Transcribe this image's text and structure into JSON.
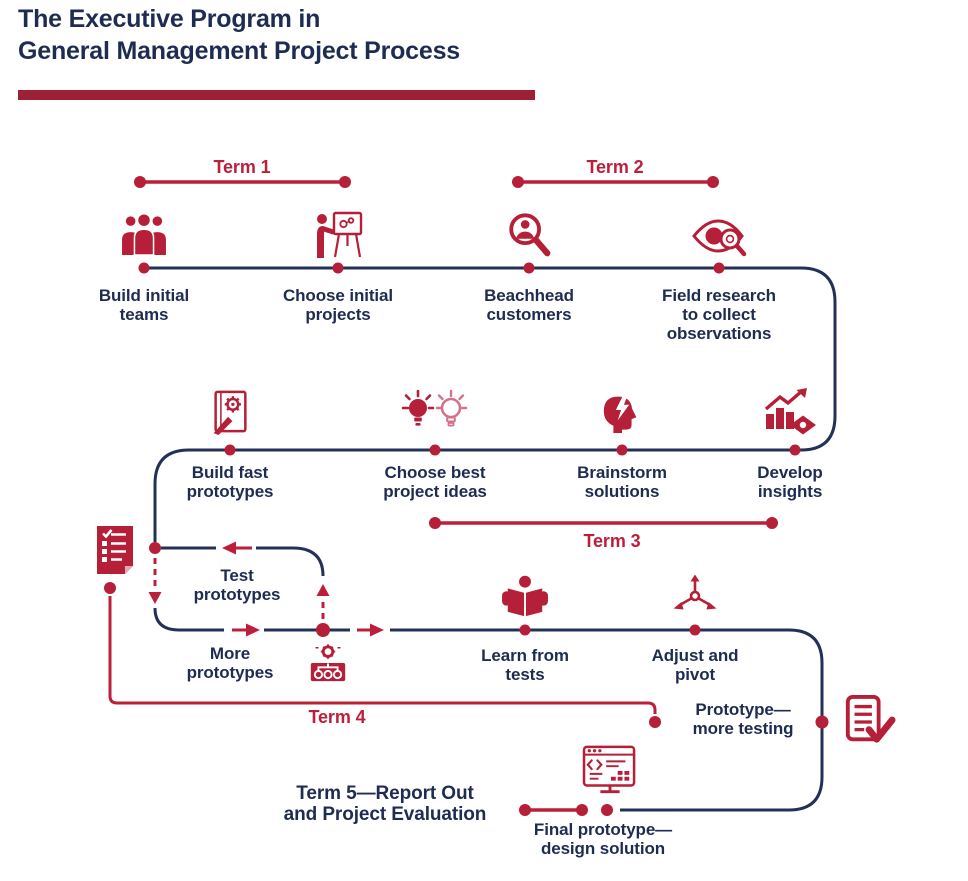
{
  "title": "The Executive Program in\nGeneral Management Project Process",
  "terms": {
    "term1": "Term 1",
    "term2": "Term 2",
    "term3": "Term 3",
    "term4": "Term 4",
    "term5": "Term 5—Report Out\nand Project Evaluation"
  },
  "steps": {
    "build_initial_teams": "Build initial\nteams",
    "choose_initial_projects": "Choose initial\nprojects",
    "beachhead_customers": "Beachhead\ncustomers",
    "field_research": "Field research\nto collect\nobservations",
    "build_fast_prototypes": "Build fast\nprototypes",
    "choose_best_project_ideas": "Choose best\nproject ideas",
    "brainstorm_solutions": "Brainstorm\nsolutions",
    "develop_insights": "Develop\ninsights",
    "test_prototypes": "Test\nprototypes",
    "more_prototypes": "More\nprototypes",
    "learn_from_tests": "Learn from\ntests",
    "adjust_and_pivot": "Adjust and\npivot",
    "prototype_more_testing": "Prototype—\nmore testing",
    "final_prototype": "Final prototype—\ndesign solution"
  },
  "colors": {
    "navy_text": "#1e2c52",
    "navy_line": "#233156",
    "crimson": "#bc1f3c",
    "dot_red": "#b51f38",
    "title_bar_red": "#9e2036",
    "light_pink_bulb": "#d4728a"
  },
  "icons": [
    "team-icon",
    "presenter-icon",
    "magnifier-person-icon",
    "eye-magnifier-icon",
    "blueprint-gear-icon",
    "lightbulbs-icon",
    "head-bolt-icon",
    "chart-insight-icon",
    "checklist-doc-icon",
    "machine-icon",
    "reader-icon",
    "pivot-arrows-icon",
    "doc-check-icon",
    "browser-code-icon"
  ]
}
